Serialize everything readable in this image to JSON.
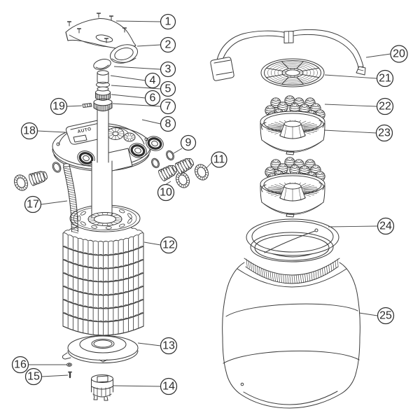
{
  "diagram": {
    "background": "#ffffff",
    "line_color": "#3a3a3a",
    "callout_text_color": "#2b2b2b",
    "callouts": [
      "1",
      "2",
      "3",
      "4",
      "5",
      "6",
      "7",
      "8",
      "9",
      "10",
      "11",
      "12",
      "13",
      "14",
      "15",
      "16",
      "17",
      "18",
      "19",
      "20",
      "21",
      "22",
      "23",
      "24",
      "25"
    ],
    "labels": {
      "auto_badge": "AUTO"
    }
  }
}
